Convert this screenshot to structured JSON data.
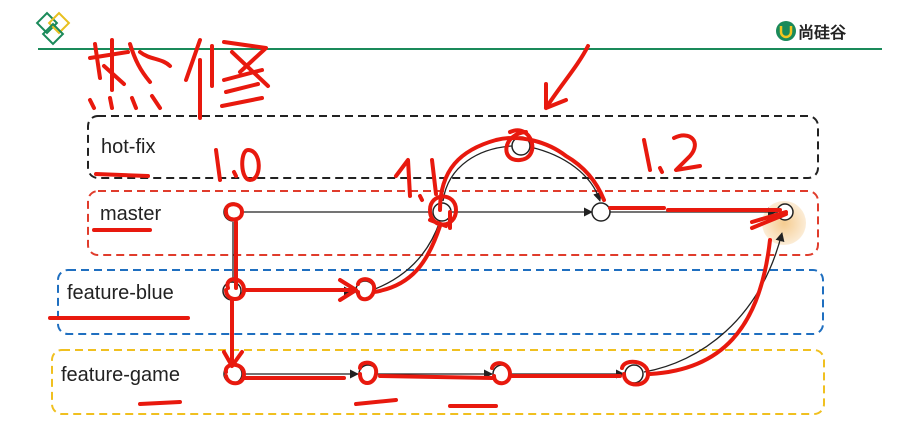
{
  "slide": {
    "brand": {
      "text": "尚硅谷",
      "accent": "#1a8a5a"
    },
    "header_rule_color": "#1a8a5a",
    "handwritten_title": "热修"
  },
  "lanes": [
    {
      "id": "hot-fix",
      "label": "hot-fix",
      "border": "#222222"
    },
    {
      "id": "master",
      "label": "master",
      "border": "#e03c2c"
    },
    {
      "id": "feature-blue",
      "label": "feature-blue",
      "border": "#1f6fc0"
    },
    {
      "id": "feature-game",
      "label": "feature-game",
      "border": "#f0c020"
    }
  ],
  "annotations": {
    "ink_color": "#e8190e",
    "version_1_0": "1.0",
    "version_1_1": "1.1",
    "version_1_2": "1.2"
  },
  "icons": [
    "diamond-logo-icon",
    "brand-logo-icon"
  ]
}
